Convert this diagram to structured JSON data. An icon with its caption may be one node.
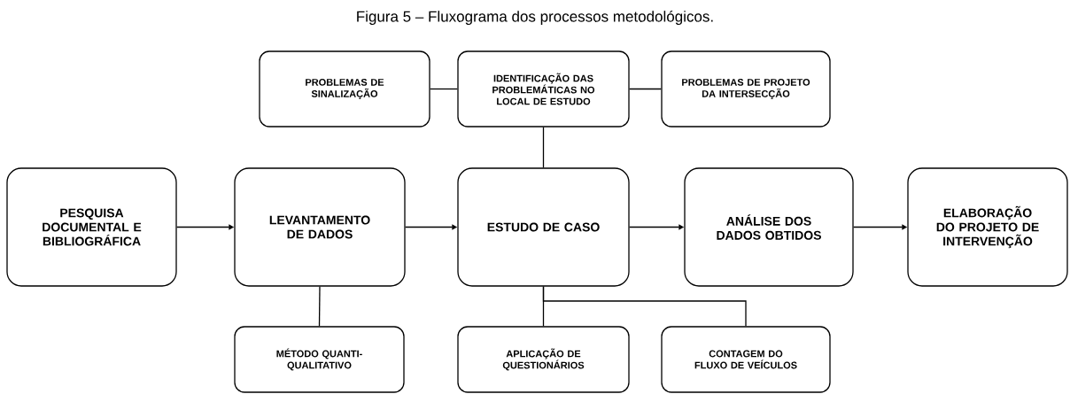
{
  "diagram": {
    "title": "Figura 5 – Fluxograma dos processos metodológicos.",
    "nodes": [
      {
        "text": [
          "PROBLEMAS DE SINALIZAÇÃO"
        ]
      },
      {
        "text": [
          "IDENTIFICAÇÃO DAS PROBLEMÁTICAS NO LOCAL DE ESTUDO"
        ]
      },
      {
        "text": [
          "PROBLEMAS DE PROJETO DA INTERSECÇÃO"
        ]
      },
      {
        "text": [
          "PESQUISA DOCUMENTAL E BIBLIOGRÁFICA"
        ]
      },
      {
        "text": [
          "LEVANTAMENTO DE DADOS"
        ]
      },
      {
        "text": [
          "ESTUDO DE CASO"
        ]
      },
      {
        "text": [
          "ANÁLISE DOS DADOS OBTIDOS"
        ]
      },
      {
        "text": [
          "ELABORAÇÃO DO PROJETO DE INTERVENÇÃO"
        ]
      },
      {
        "text": [
          "MÉTODO QUANTI-QUALITATIVO"
        ]
      },
      {
        "text": [
          "APLICAÇÃO DE QUESTIONÁRIOS"
        ]
      },
      {
        "text": [
          "CONTAGEM DO FLUXO DE VEÍCULOS"
        ]
      }
    ],
    "edges": [
      {
        "from": 0,
        "to": 1,
        "arrow": "none"
      },
      {
        "from": 1,
        "to": 2,
        "arrow": "none"
      },
      {
        "from": 1,
        "to": 5,
        "arrow": "none"
      },
      {
        "from": 3,
        "to": 4,
        "arrow": "to"
      },
      {
        "from": 4,
        "to": 5,
        "arrow": "to"
      },
      {
        "from": 5,
        "to": 6,
        "arrow": "to"
      },
      {
        "from": 6,
        "to": 7,
        "arrow": "to"
      },
      {
        "from": 4,
        "to": 8,
        "arrow": "none"
      },
      {
        "from": 5,
        "to": 9,
        "arrow": "none"
      },
      {
        "from": 5,
        "to": 10,
        "arrow": "none"
      }
    ]
  }
}
